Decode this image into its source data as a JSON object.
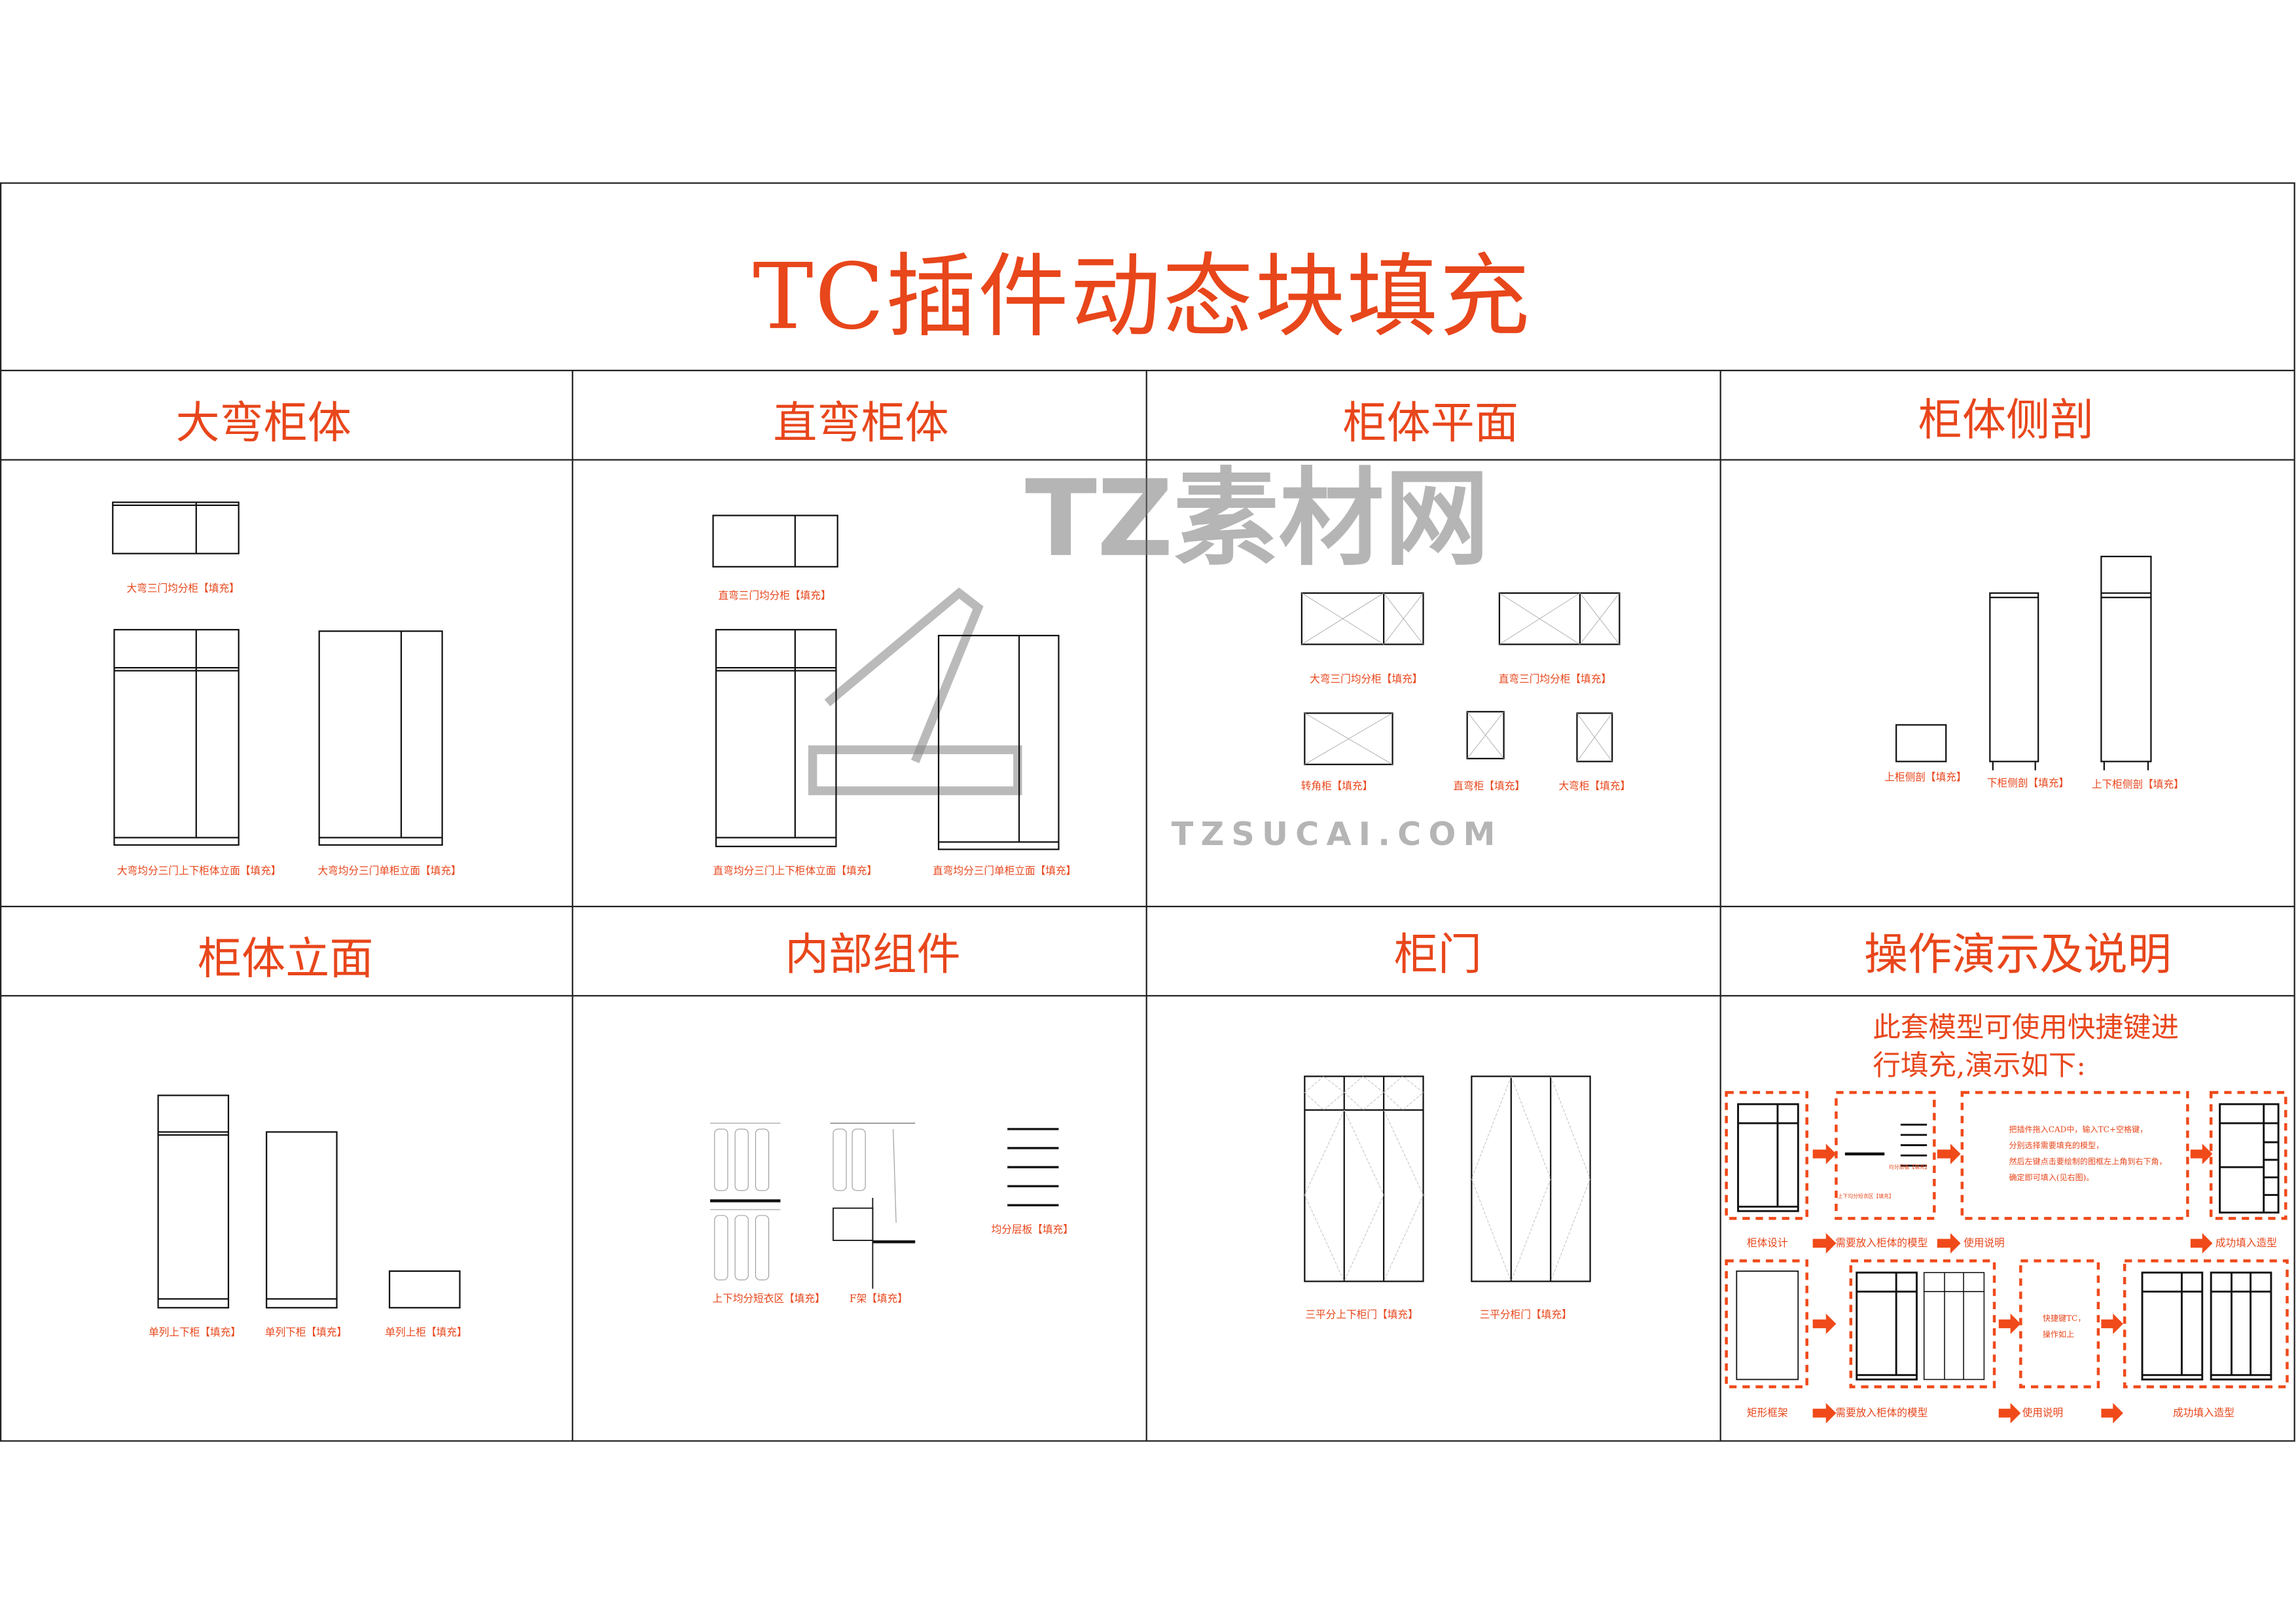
{
  "title": "TC插件动态块填充",
  "accent_color": "#e8461b",
  "watermark": {
    "main": "TZ素材网",
    "sub": "TZSUCAI.COM"
  },
  "sections": [
    {
      "header": "大弯柜体",
      "labels": [
        "大弯三门均分柜【填充】",
        "大弯均分三门上下柜体立面【填充】",
        "大弯均分三门单柜立面【填充】"
      ]
    },
    {
      "header": "直弯柜体",
      "labels": [
        "直弯三门均分柜【填充】",
        "直弯均分三门上下柜体立面【填充】",
        "直弯均分三门单柜立面【填充】"
      ]
    },
    {
      "header": "柜体平面",
      "labels": [
        "大弯三门均分柜【填充】",
        "直弯三门均分柜【填充】",
        "转角柜【填充】",
        "直弯柜【填充】",
        "大弯柜【填充】"
      ]
    },
    {
      "header": "柜体侧剖",
      "labels": [
        "上柜侧剖【填充】",
        "下柜侧剖【填充】",
        "上下柜侧剖【填充】"
      ]
    },
    {
      "header": "柜体立面",
      "labels": [
        "单列上下柜【填充】",
        "单列下柜【填充】",
        "单列上柜【填充】"
      ]
    },
    {
      "header": "内部组件",
      "labels": [
        "上下均分短衣区【填充】",
        "F架【填充】",
        "均分层板【填充】"
      ]
    },
    {
      "header": "柜门",
      "labels": [
        "三平分上下柜门【填充】",
        "三平分柜门【填充】"
      ]
    },
    {
      "header": "操作演示及说明",
      "labels": []
    }
  ],
  "demo": {
    "intro": [
      "此套模型可使用快捷键进",
      "行填充,演示如下:"
    ],
    "row1_steps": [
      "柜体设计",
      "需要放入柜体的模型",
      "使用说明",
      "成功填入造型"
    ],
    "row1_instructions": [
      "把插件拖入CAD中，输入TC+空格键，",
      "分别选择需要填充的模型，",
      "然后左键点击要绘制的图框左上角到右下角，",
      "确定即可填入(见右图)。"
    ],
    "row1_inner_labels": [
      "均分层板【填充】",
      "上下均分短衣区【填充】"
    ],
    "row2_steps": [
      "矩形框架",
      "需要放入柜体的模型",
      "使用说明",
      "成功填入造型"
    ],
    "row2_instructions": [
      "快捷键TC，",
      "操作如上"
    ]
  }
}
